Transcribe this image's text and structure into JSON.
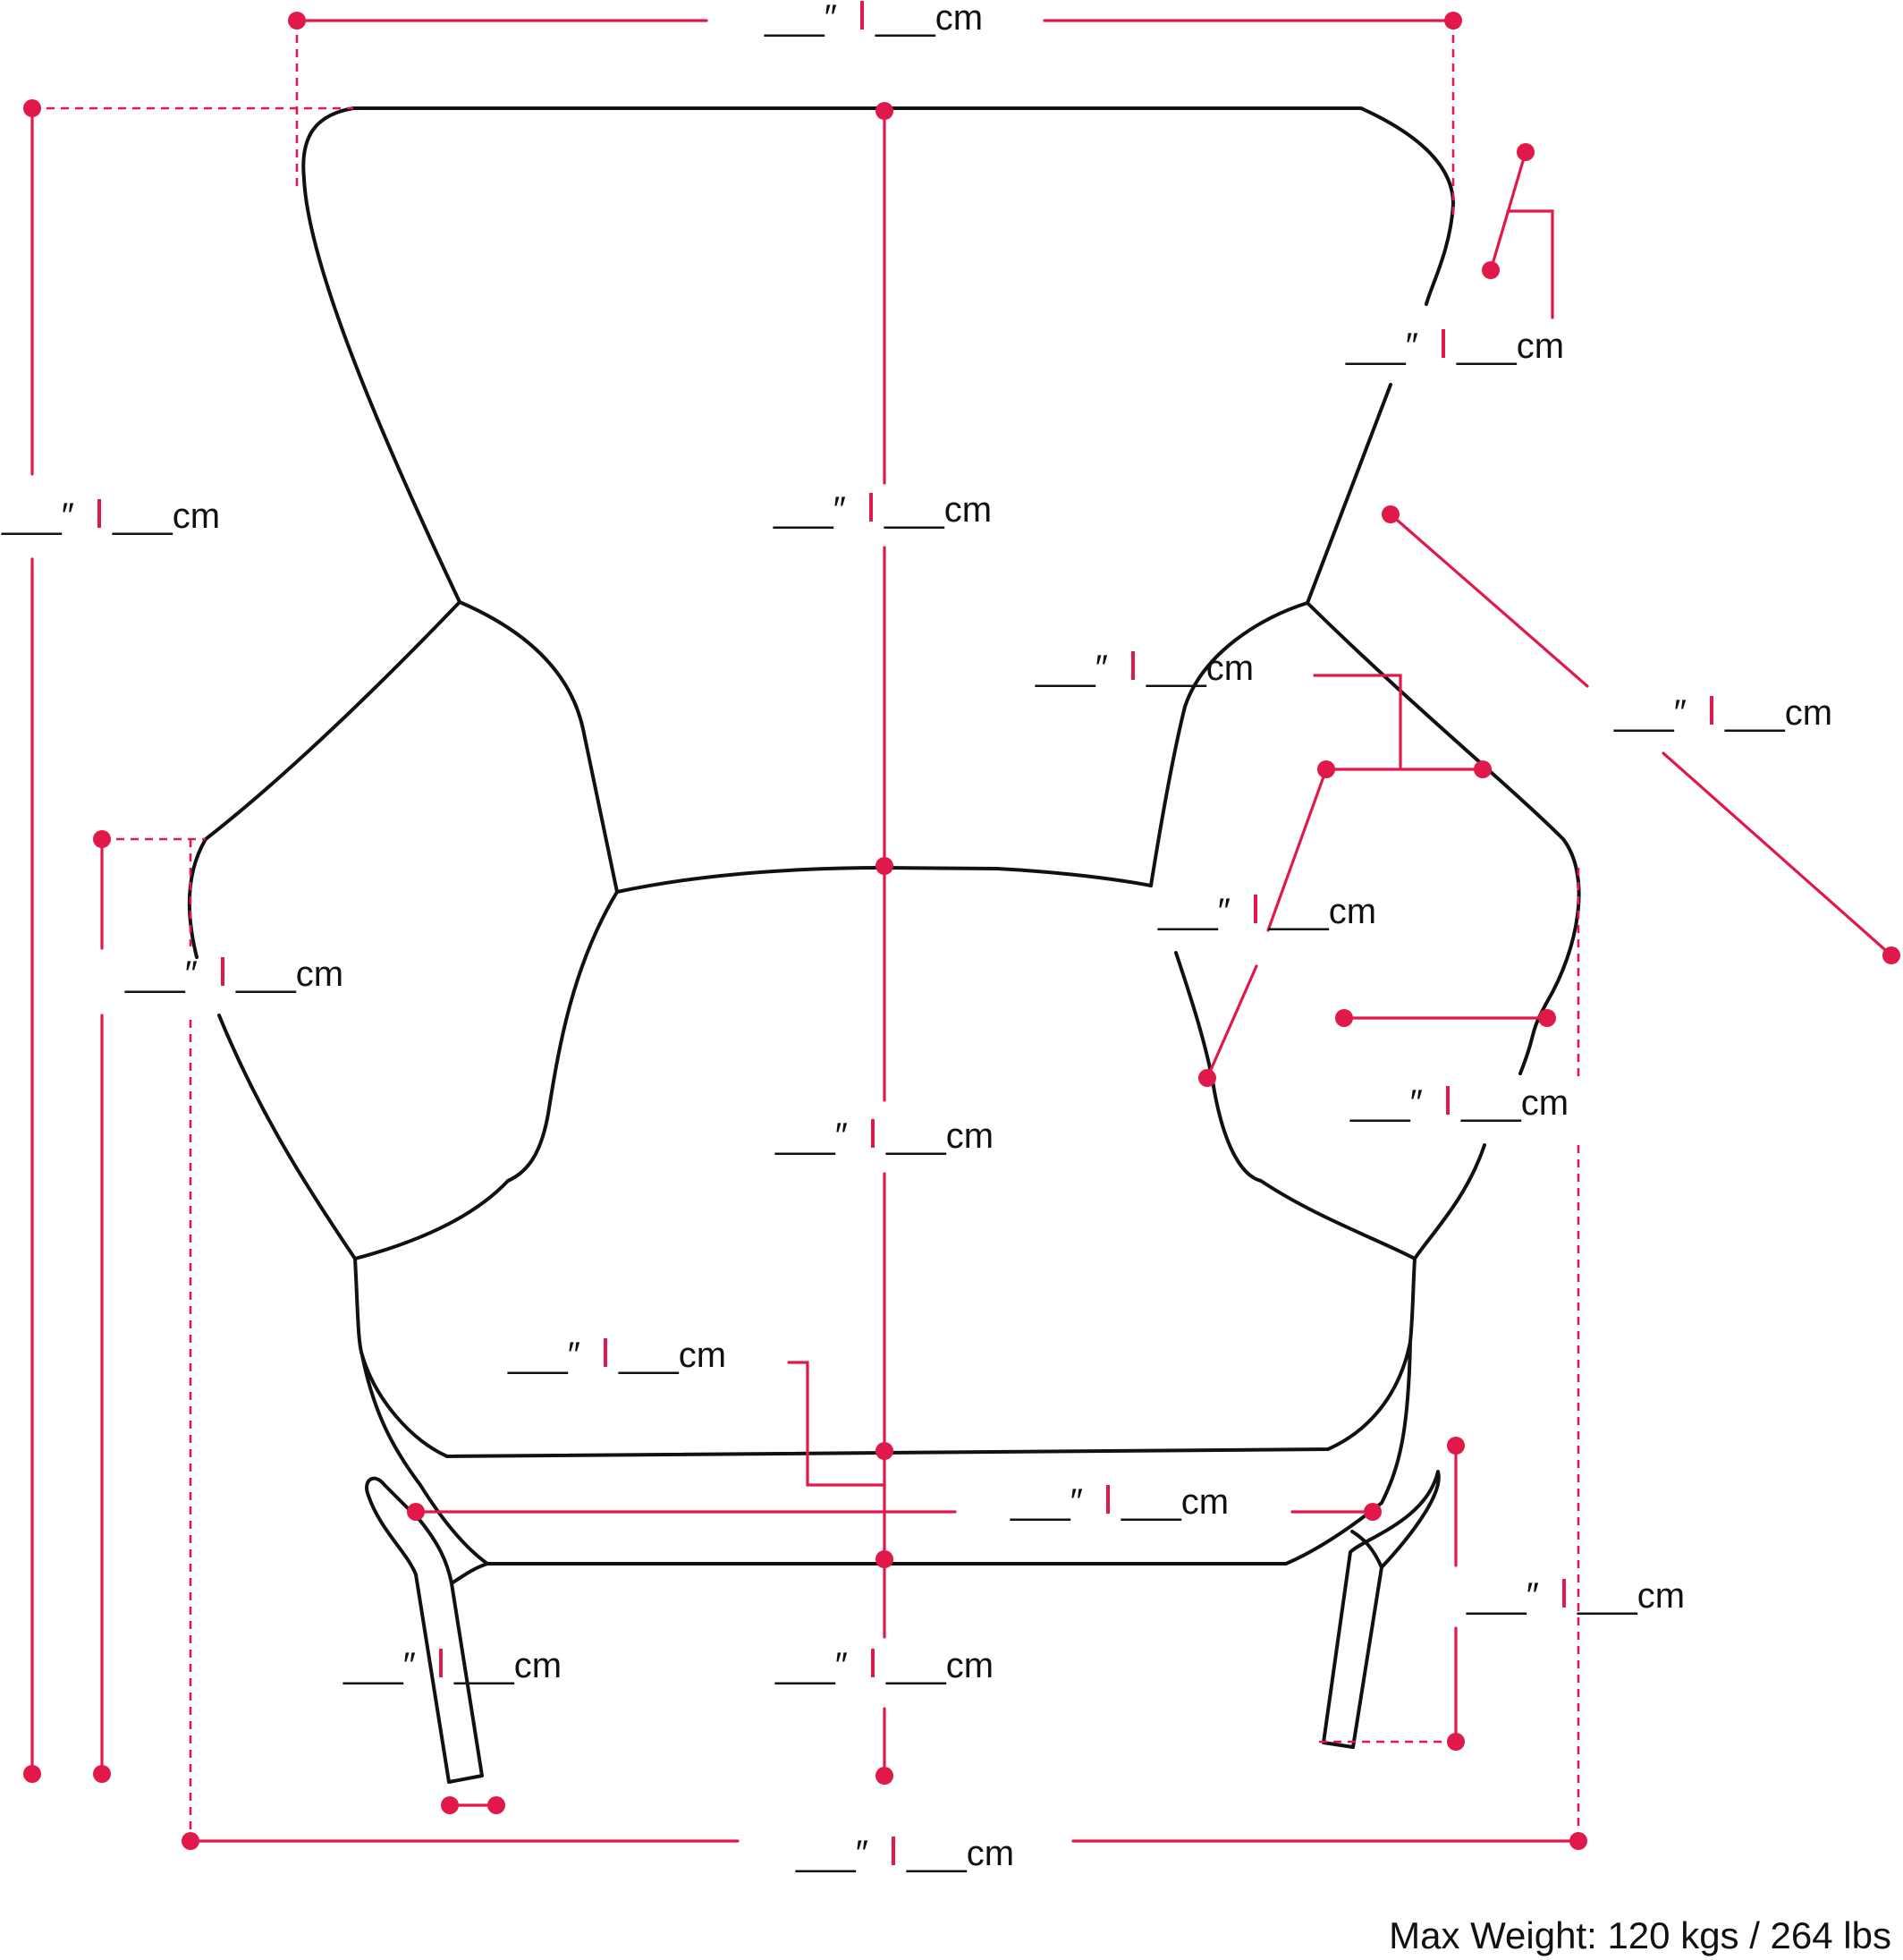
{
  "accent_color": "#e0194a",
  "outline_color": "#111111",
  "labels": {
    "overall_width": {
      "in": "___″",
      "cm": "___cm"
    },
    "wing_depth": {
      "in": "___″",
      "cm": "___cm"
    },
    "overall_height": {
      "in": "___″",
      "cm": "___cm"
    },
    "back_height": {
      "in": "___″",
      "cm": "___cm"
    },
    "arm_top_width": {
      "in": "___″",
      "cm": "___cm"
    },
    "side_depth": {
      "in": "___″",
      "cm": "___cm"
    },
    "arm_height": {
      "in": "___″",
      "cm": "___cm"
    },
    "arm_diagonal": {
      "in": "___″",
      "cm": "___cm"
    },
    "seat_depth": {
      "in": "___″",
      "cm": "___cm"
    },
    "arm_width": {
      "in": "___″",
      "cm": "___cm"
    },
    "cushion_thickness": {
      "in": "___″",
      "cm": "___cm"
    },
    "seat_width": {
      "in": "___″",
      "cm": "___cm"
    },
    "leg_height": {
      "in": "___″",
      "cm": "___cm"
    },
    "leg_width": {
      "in": "___″",
      "cm": "___cm"
    },
    "seat_height": {
      "in": "___″",
      "cm": "___cm"
    },
    "base_width": {
      "in": "___″",
      "cm": "___cm"
    }
  },
  "footer": {
    "max_weight": "Max Weight: 120 kgs / 264 lbs"
  }
}
